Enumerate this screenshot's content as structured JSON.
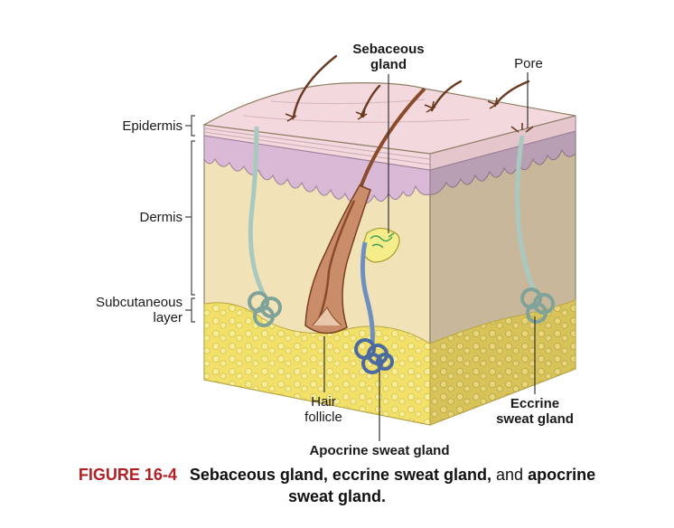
{
  "labels": {
    "sebaceous_line1": "Sebaceous",
    "sebaceous_line2": "gland",
    "pore": "Pore",
    "epidermis": "Epidermis",
    "dermis": "Dermis",
    "subcutaneous_line1": "Subcutaneous",
    "subcutaneous_line2": "layer",
    "hair_line1": "Hair",
    "hair_line2": "follicle",
    "eccrine_line1": "Eccrine",
    "eccrine_line2": "sweat gland",
    "apocrine": "Apocrine sweat gland"
  },
  "caption": {
    "number": "FIGURE 16-4",
    "part1": "Sebaceous gland, eccrine sweat gland,",
    "part2": "and",
    "part3": "apocrine",
    "line2": "sweat gland."
  },
  "colors": {
    "epidermis_top": "#f3d9dd",
    "dermis_band": "#d9b9d6",
    "dermis": "#f1e2b8",
    "dermis_side": "#c9b79b",
    "fat": "#f1e06a",
    "hair": "#8a4a2c",
    "gland_duct": "#a9c9c0",
    "apocrine": "#6f8fc0",
    "caption_number": "#b21f24"
  }
}
